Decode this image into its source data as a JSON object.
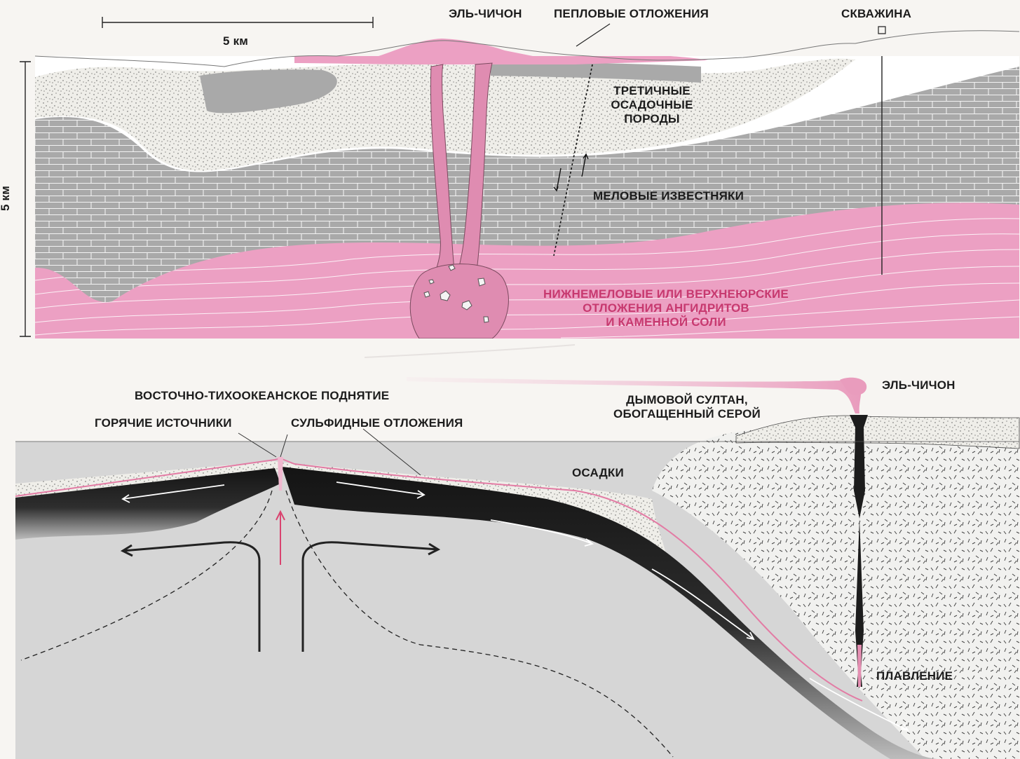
{
  "top_section": {
    "scale_bar_label": "5 км",
    "vertical_scale_label": "5 км",
    "volcano_label": "ЭЛЬ-ЧИЧОН",
    "ash_label": "ПЕПЛОВЫЕ ОТЛОЖЕНИЯ",
    "well_label": "СКВАЖИНА",
    "tertiary_label": [
      "ТРЕТИЧНЫЕ",
      "ОСАДОЧНЫЕ",
      "ПОРОДЫ"
    ],
    "limestone_label": "МЕЛОВЫЕ ИЗВЕСТНЯКИ",
    "anhydrite_label": [
      "НИЖНЕМЕЛОВЫЕ ИЛИ ВЕРХНЕЮРСКИЕ",
      "ОТЛОЖЕНИЯ АНГИДРИТОВ",
      "И КАМЕННОЙ СОЛИ"
    ]
  },
  "bottom_section": {
    "rise_label": "ВОСТОЧНО-ТИХООКЕАНСКОЕ ПОДНЯТИЕ",
    "hot_springs_label": "ГОРЯЧИЕ ИСТОЧНИКИ",
    "sulfide_label": "СУЛЬФИДНЫЕ ОТЛОЖЕНИЯ",
    "plume_label": [
      "ДЫМОВОЙ СУЛТАН,",
      "ОБОГАЩЕННЫЙ СЕРОЙ"
    ],
    "volcano_label": "ЭЛЬ-ЧИЧОН",
    "sediments_label": "ОСАДКИ",
    "melting_label": "ПЛАВЛЕНИЕ"
  },
  "colors": {
    "pink": "#eca0c3",
    "magma": "#df8cb1",
    "limestone": "#a9a9a9",
    "sediment": "#ecebe6",
    "mantle": "#d5d5d5",
    "plate": "#1c1c1c",
    "accent_red": "#d9436f"
  }
}
